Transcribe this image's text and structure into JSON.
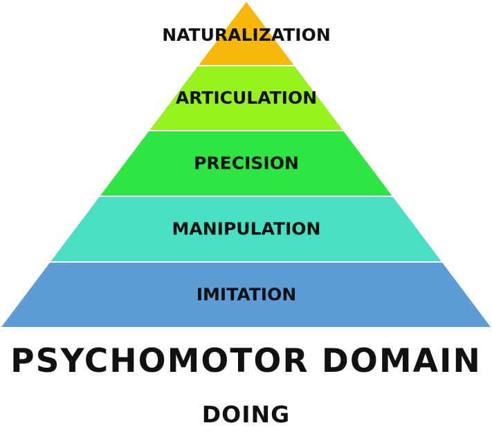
{
  "pyramid": {
    "levels": [
      {
        "label": "NATURALIZATION",
        "color": "#F7B80A"
      },
      {
        "label": "ARTICULATION",
        "color": "#96F21C"
      },
      {
        "label": "PRECISION",
        "color": "#2FE544"
      },
      {
        "label": "MANIPULATION",
        "color": "#49DFC2"
      },
      {
        "label": "IMITATION",
        "color": "#5E9CD8"
      }
    ]
  },
  "title": "PSYCHOMOTOR DOMAIN",
  "subtitle": "DOING"
}
